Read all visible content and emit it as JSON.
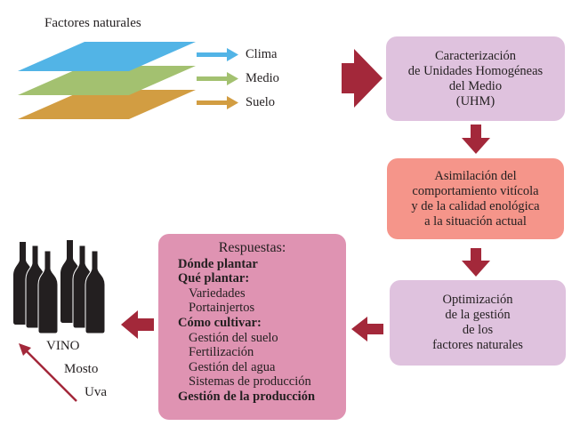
{
  "diagram": {
    "natural_factors": {
      "title": "Factores naturales",
      "layers": [
        {
          "label": "Clima",
          "color": "#52b4e6"
        },
        {
          "label": "Medio",
          "color": "#a3c170"
        },
        {
          "label": "Suelo",
          "color": "#d29d42"
        }
      ]
    },
    "boxes": {
      "uhm": {
        "lines": [
          "Caracterización",
          "de Unidades Homogéneas",
          "del Medio",
          "(UHM)"
        ],
        "color": "#dfc2de"
      },
      "asimilacion": {
        "lines": [
          "Asimilación del",
          "comportamiento vitícola",
          "y de la calidad enológica",
          "a la situación actual"
        ],
        "color": "#f5958a"
      },
      "optimizacion": {
        "lines": [
          "Optimización",
          "de la gestión",
          "de los",
          "factores naturales"
        ],
        "color": "#dfc2de"
      },
      "respuestas": {
        "title": "Respuestas:",
        "color": "#df93b2",
        "items": [
          {
            "text": "Dónde plantar",
            "style": "bold"
          },
          {
            "text": "Qué plantar:",
            "style": "bold"
          },
          {
            "text": "Variedades",
            "style": "sub"
          },
          {
            "text": "Portainjertos",
            "style": "sub"
          },
          {
            "text": "Cómo cultivar:",
            "style": "bold"
          },
          {
            "text": "Gestión del suelo",
            "style": "sub"
          },
          {
            "text": "Fertilización",
            "style": "sub"
          },
          {
            "text": "Gestión del agua",
            "style": "sub"
          },
          {
            "text": "Sistemas de producción",
            "style": "sub"
          },
          {
            "text": "Gestión de la producción",
            "style": "bold"
          }
        ]
      }
    },
    "wine": {
      "labels": [
        "VINO",
        "Mosto",
        "Uva"
      ],
      "icon": "wine-bottles-icon"
    },
    "arrow_color": "#a3283a"
  }
}
